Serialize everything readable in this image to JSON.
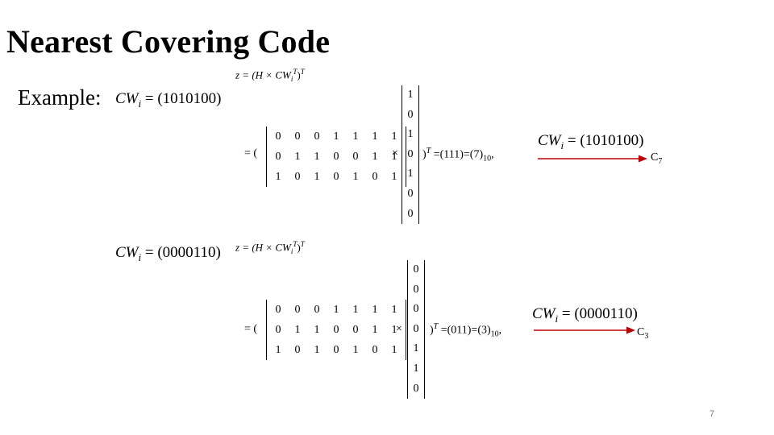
{
  "slide": {
    "title": "Nearest Covering Code",
    "example_label": "Example:",
    "page_number": "7"
  },
  "examples": [
    {
      "cw_name": "CW",
      "cw_sub": "i",
      "cw_value": " = (1010100)",
      "z_formula_pre": "z = (H × CW",
      "z_formula_sub": "i",
      "z_formula_sup_inner": "T",
      "z_formula_post": ")",
      "z_formula_sup_outer": "T",
      "eq_prefix": "= (",
      "h_matrix": [
        [
          "0",
          "0",
          "0",
          "1",
          "1",
          "1",
          "1"
        ],
        [
          "0",
          "1",
          "1",
          "0",
          "0",
          "1",
          "1"
        ],
        [
          "1",
          "0",
          "1",
          "0",
          "1",
          "0",
          "1"
        ]
      ],
      "times": "×",
      "cw_vector": [
        "1",
        "0",
        "1",
        "0",
        "1",
        "0",
        "0"
      ],
      "tail_paren": ")",
      "tail_sup": "T",
      "tail_result": " =(111)=(7)",
      "tail_sub": "10",
      "tail_comma": ",",
      "arrow_cw_value": " = (1010100)",
      "arrow_target": "C",
      "arrow_target_sub": "7"
    },
    {
      "cw_name": "CW",
      "cw_sub": "i",
      "cw_value": " = (0000110)",
      "z_formula_pre": "z = (H × CW",
      "z_formula_sub": "i",
      "z_formula_sup_inner": "T",
      "z_formula_post": ")",
      "z_formula_sup_outer": "T",
      "eq_prefix": "= (",
      "h_matrix": [
        [
          "0",
          "0",
          "0",
          "1",
          "1",
          "1",
          "1"
        ],
        [
          "0",
          "1",
          "1",
          "0",
          "0",
          "1",
          "1"
        ],
        [
          "1",
          "0",
          "1",
          "0",
          "1",
          "0",
          "1"
        ]
      ],
      "times": "×",
      "cw_vector": [
        "0",
        "0",
        "0",
        "0",
        "1",
        "1",
        "0"
      ],
      "tail_paren": ")",
      "tail_sup": "T",
      "tail_result": " =(011)=(3)",
      "tail_sub": "10",
      "tail_comma": ",",
      "arrow_cw_value": " = (0000110)",
      "arrow_target": "C",
      "arrow_target_sub": "3"
    }
  ],
  "colors": {
    "arrow": "#c00000",
    "text": "#000000",
    "page_number": "#777777"
  }
}
